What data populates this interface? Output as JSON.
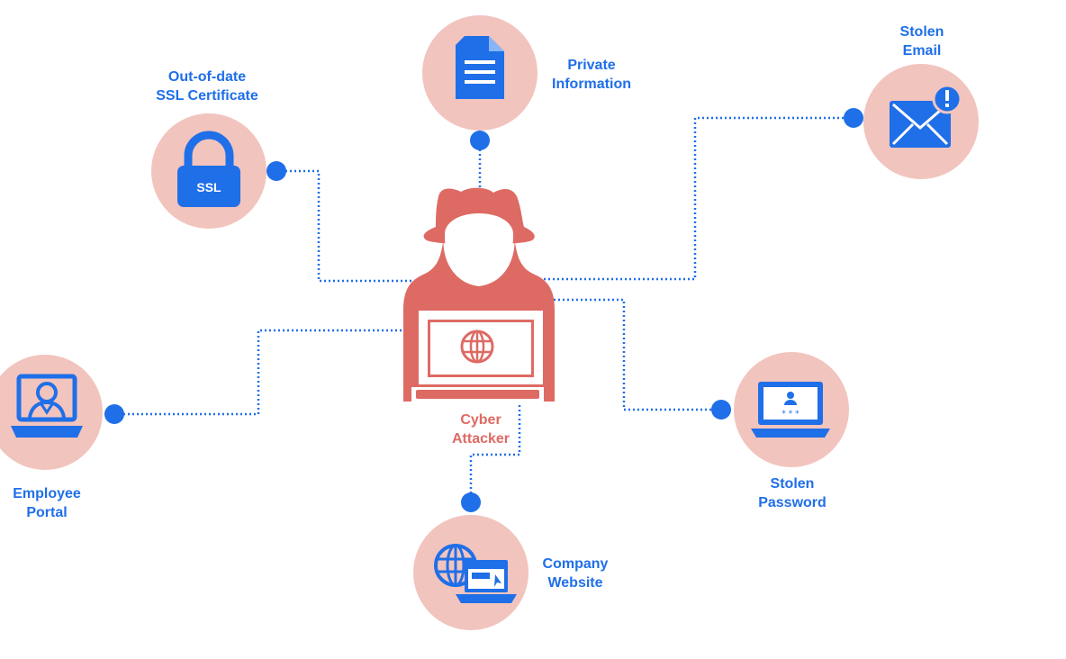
{
  "colors": {
    "accent_blue": "#1f6fe8",
    "circle_fill": "#f2c4be",
    "attacker_red": "#de6a64",
    "connector": "#1f6fe8"
  },
  "center": {
    "label_line1": "Cyber",
    "label_line2": "Attacker",
    "icon": "hacker-icon"
  },
  "nodes": {
    "ssl": {
      "line1": "Out-of-date",
      "line2": "SSL Certificate",
      "badge_text": "SSL",
      "icon": "lock-icon"
    },
    "private_info": {
      "line1": "Private",
      "line2": "Information",
      "icon": "document-icon"
    },
    "stolen_email": {
      "line1": "Stolen",
      "line2": "Email",
      "icon": "envelope-alert-icon"
    },
    "employee_portal": {
      "line1": "Employee",
      "line2": "Portal",
      "icon": "laptop-user-icon"
    },
    "stolen_password": {
      "line1": "Stolen",
      "line2": "Password",
      "icon": "laptop-login-icon"
    },
    "company_website": {
      "line1": "Company",
      "line2": "Website",
      "icon": "globe-browser-icon"
    }
  }
}
